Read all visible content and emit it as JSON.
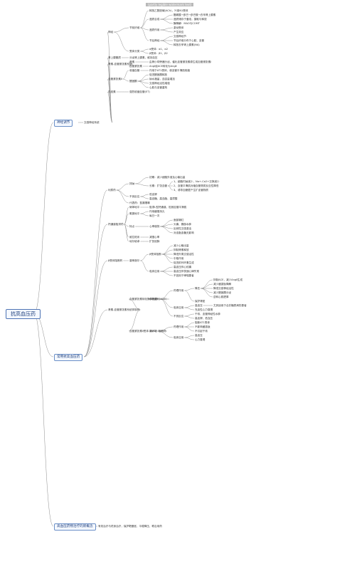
{
  "watermark": "(partly legible watermark text)",
  "root": "抗高血压药",
  "branch1": {
    "title": "神经调节",
    "main": "交感神经系统",
    "subs": [
      {
        "label": "神经",
        "children": [
          {
            "label": "节前纤维",
            "children": [
              {
                "label": "释放乙酰胆碱(ACh)，兴奋N1受体",
                "children": []
              },
              {
                "label": "递质合成",
                "children": [
                  {
                    "label": "酪氨酸→多巴→多巴胺→去甲肾上腺素",
                    "children": []
                  },
                  {
                    "label": "递质储存于囊泡，摄取与释放",
                    "children": []
                  },
                  {
                    "label": "酶降解：MAO与COMT",
                    "children": []
                  }
                ]
              },
              {
                "label": "递质作用",
                "children": [
                  {
                    "label": "激动受体",
                    "children": []
                  },
                  {
                    "label": "产生效应",
                    "children": []
                  }
                ]
              },
              {
                "label": "节后神经",
                "children": [
                  {
                    "label": "交感神经节",
                    "children": []
                  },
                  {
                    "label": "节后纤维分布于心脏、血管",
                    "children": []
                  },
                  {
                    "label": "释放去甲肾上腺素(NA)",
                    "children": []
                  }
                ]
              }
            ]
          },
          {
            "label": "受体分类",
            "children": [
              {
                "label": "α受体：α1、α2",
                "children": []
              },
              {
                "label": "β受体：β1、β2",
                "children": []
              }
            ]
          }
        ]
      },
      {
        "label": "肾上腺髓质",
        "children": [
          {
            "label": "分泌肾上腺素，维持血压",
            "children": []
          }
        ]
      },
      {
        "label": "肾素-血管紧张素系统",
        "children": [
          {
            "label": "肾素",
            "children": [
              {
                "label": "由肾小球旁器分泌，催化血管紧张素原生成血管紧张素Ⅰ",
                "children": []
              }
            ]
          },
          {
            "label": "血管紧张素",
            "children": [
              {
                "label": "AngⅠ经ACE转化为AngⅡ",
                "children": []
              }
            ]
          }
        ]
      },
      {
        "label": "血管紧张素Ⅱ",
        "children": [
          {
            "label": "收缩血管",
            "children": [
              {
                "label": "作用于AT1受体，使血管平滑肌收缩",
                "children": []
              }
            ]
          },
          {
            "label": "醛固酮",
            "children": [
              {
                "label": "促进醛固酮释放",
                "children": []
              },
              {
                "label": "钠水潴留，血容量增加",
                "children": []
              },
              {
                "label": "交感神经活性增强",
                "children": []
              },
              {
                "label": "心肌与血管重构",
                "children": []
              }
            ]
          }
        ]
      },
      {
        "label": "内皮素",
        "children": [
          {
            "label": "强烈收缩血管(ET)",
            "children": []
          }
        ]
      }
    ]
  },
  "branch2": {
    "title": "常用抗高血压药",
    "subs": [
      {
        "label": "利尿药",
        "children": [
          {
            "label": "排钠",
            "children": [
              {
                "label": "初期：减少细胞外液及心输出量",
                "children": []
              },
              {
                "label": "长期：扩张血管",
                "children": [
                  {
                    "label": "1、细胞内钠减少，Na+-Ca2+交换减少",
                    "children": []
                  },
                  {
                    "label": "2、血管平滑肌对缩血管物质反应性降低",
                    "children": []
                  },
                  {
                    "label": "3、诱导血管壁产生扩血管物质",
                    "children": []
                  }
                ]
              }
            ]
          },
          {
            "label": "不良反应",
            "children": [
              {
                "label": "低血钾",
                "children": []
              },
              {
                "label": "高血糖、高血脂、高尿酸",
                "children": []
              }
            ]
          },
          {
            "label": "代表药：氢氯噻嗪",
            "children": []
          }
        ]
      },
      {
        "label": "钙通道阻滞药",
        "children": [
          {
            "label": "硝苯地平",
            "children": [
              {
                "label": "阻滞L型钙通道，松弛血管平滑肌",
                "children": []
              }
            ]
          },
          {
            "label": "氨氯地平",
            "children": [
              {
                "label": "作用缓慢持久",
                "children": []
              },
              {
                "label": "每日一次",
                "children": []
              }
            ]
          },
          {
            "label": "特点",
            "children": [
              {
                "label": "心率增快",
                "children": [
                  {
                    "label": "面部潮红",
                    "children": []
                  },
                  {
                    "label": "头痛、踝部水肿",
                    "children": []
                  },
                  {
                    "label": "反射性交感激活",
                    "children": []
                  },
                  {
                    "label": "对血脂血糖无影响",
                    "children": []
                  }
                ]
              }
            ]
          },
          {
            "label": "维拉帕米",
            "children": [
              {
                "label": "减慢心率",
                "children": []
              }
            ]
          },
          {
            "label": "地尔硫卓",
            "children": [
              {
                "label": "扩张冠脉",
                "children": []
              }
            ]
          }
        ]
      },
      {
        "label": "β受体阻断药",
        "children": [
          {
            "label": "普萘洛尔",
            "children": [
              {
                "label": "β受体阻断",
                "children": [
                  {
                    "label": "减少心输出量",
                    "children": []
                  },
                  {
                    "label": "抑制肾素释放",
                    "children": []
                  },
                  {
                    "label": "降低外周交感活性",
                    "children": []
                  },
                  {
                    "label": "中枢作用",
                    "children": []
                  },
                  {
                    "label": "促进前列环素生成",
                    "children": []
                  }
                ]
              },
              {
                "label": "临床应用",
                "children": [
                  {
                    "label": "高血压伴心绞痛",
                    "children": []
                  },
                  {
                    "label": "高血压伴快速心律失常",
                    "children": []
                  },
                  {
                    "label": "不宜用于哮喘患者",
                    "children": []
                  }
                ]
              }
            ]
          }
        ]
      },
      {
        "label": "肾素-血管紧张素系统抑制药",
        "children": [
          {
            "label": "血管紧张素转化酶抑制药（ACEI）",
            "children": [
              {
                "label": "卡托普利",
                "children": [
                  {
                    "label": "药理作用",
                    "children": [
                      {
                        "label": "降压",
                        "children": [
                          {
                            "label": "抑制ACE，减少AngⅡ生成",
                            "children": []
                          },
                          {
                            "label": "减少缓激肽降解",
                            "children": []
                          },
                          {
                            "label": "降低交感神经活性",
                            "children": []
                          },
                          {
                            "label": "减少醛固酮分泌",
                            "children": []
                          },
                          {
                            "label": "逆转心肌肥厚",
                            "children": []
                          }
                        ]
                      },
                      {
                        "label": "保护肾脏",
                        "children": []
                      }
                    ]
                  },
                  {
                    "label": "临床应用",
                    "children": [
                      {
                        "label": "高血压",
                        "children": [
                          {
                            "label": "尤其适用于合并糖尿病的患者",
                            "children": []
                          }
                        ]
                      },
                      {
                        "label": "充血性心力衰竭",
                        "children": []
                      }
                    ]
                  },
                  {
                    "label": "不良反应",
                    "children": [
                      {
                        "label": "干咳、血管神经性水肿",
                        "children": []
                      },
                      {
                        "label": "高血钾、低血压",
                        "children": []
                      }
                    ]
                  }
                ]
              }
            ]
          },
          {
            "label": "血管紧张素Ⅱ受体（AT1）阻断药",
            "children": [
              {
                "label": "氯沙坦",
                "children": [
                  {
                    "label": "药理作用",
                    "children": [
                      {
                        "label": "阻断AT1受体",
                        "children": []
                      },
                      {
                        "label": "不影响缓激肽",
                        "children": []
                      },
                      {
                        "label": "不引起干咳",
                        "children": []
                      }
                    ]
                  },
                  {
                    "label": "临床应用",
                    "children": [
                      {
                        "label": "高血压",
                        "children": []
                      },
                      {
                        "label": "心力衰竭",
                        "children": []
                      }
                    ]
                  }
                ]
              }
            ]
          }
        ]
      }
    ]
  },
  "branch3": {
    "title": "高血压药物治疗的新概念",
    "desc": "有效治疗与终身治疗，保护靶器官，平稳降压，联合用药"
  }
}
